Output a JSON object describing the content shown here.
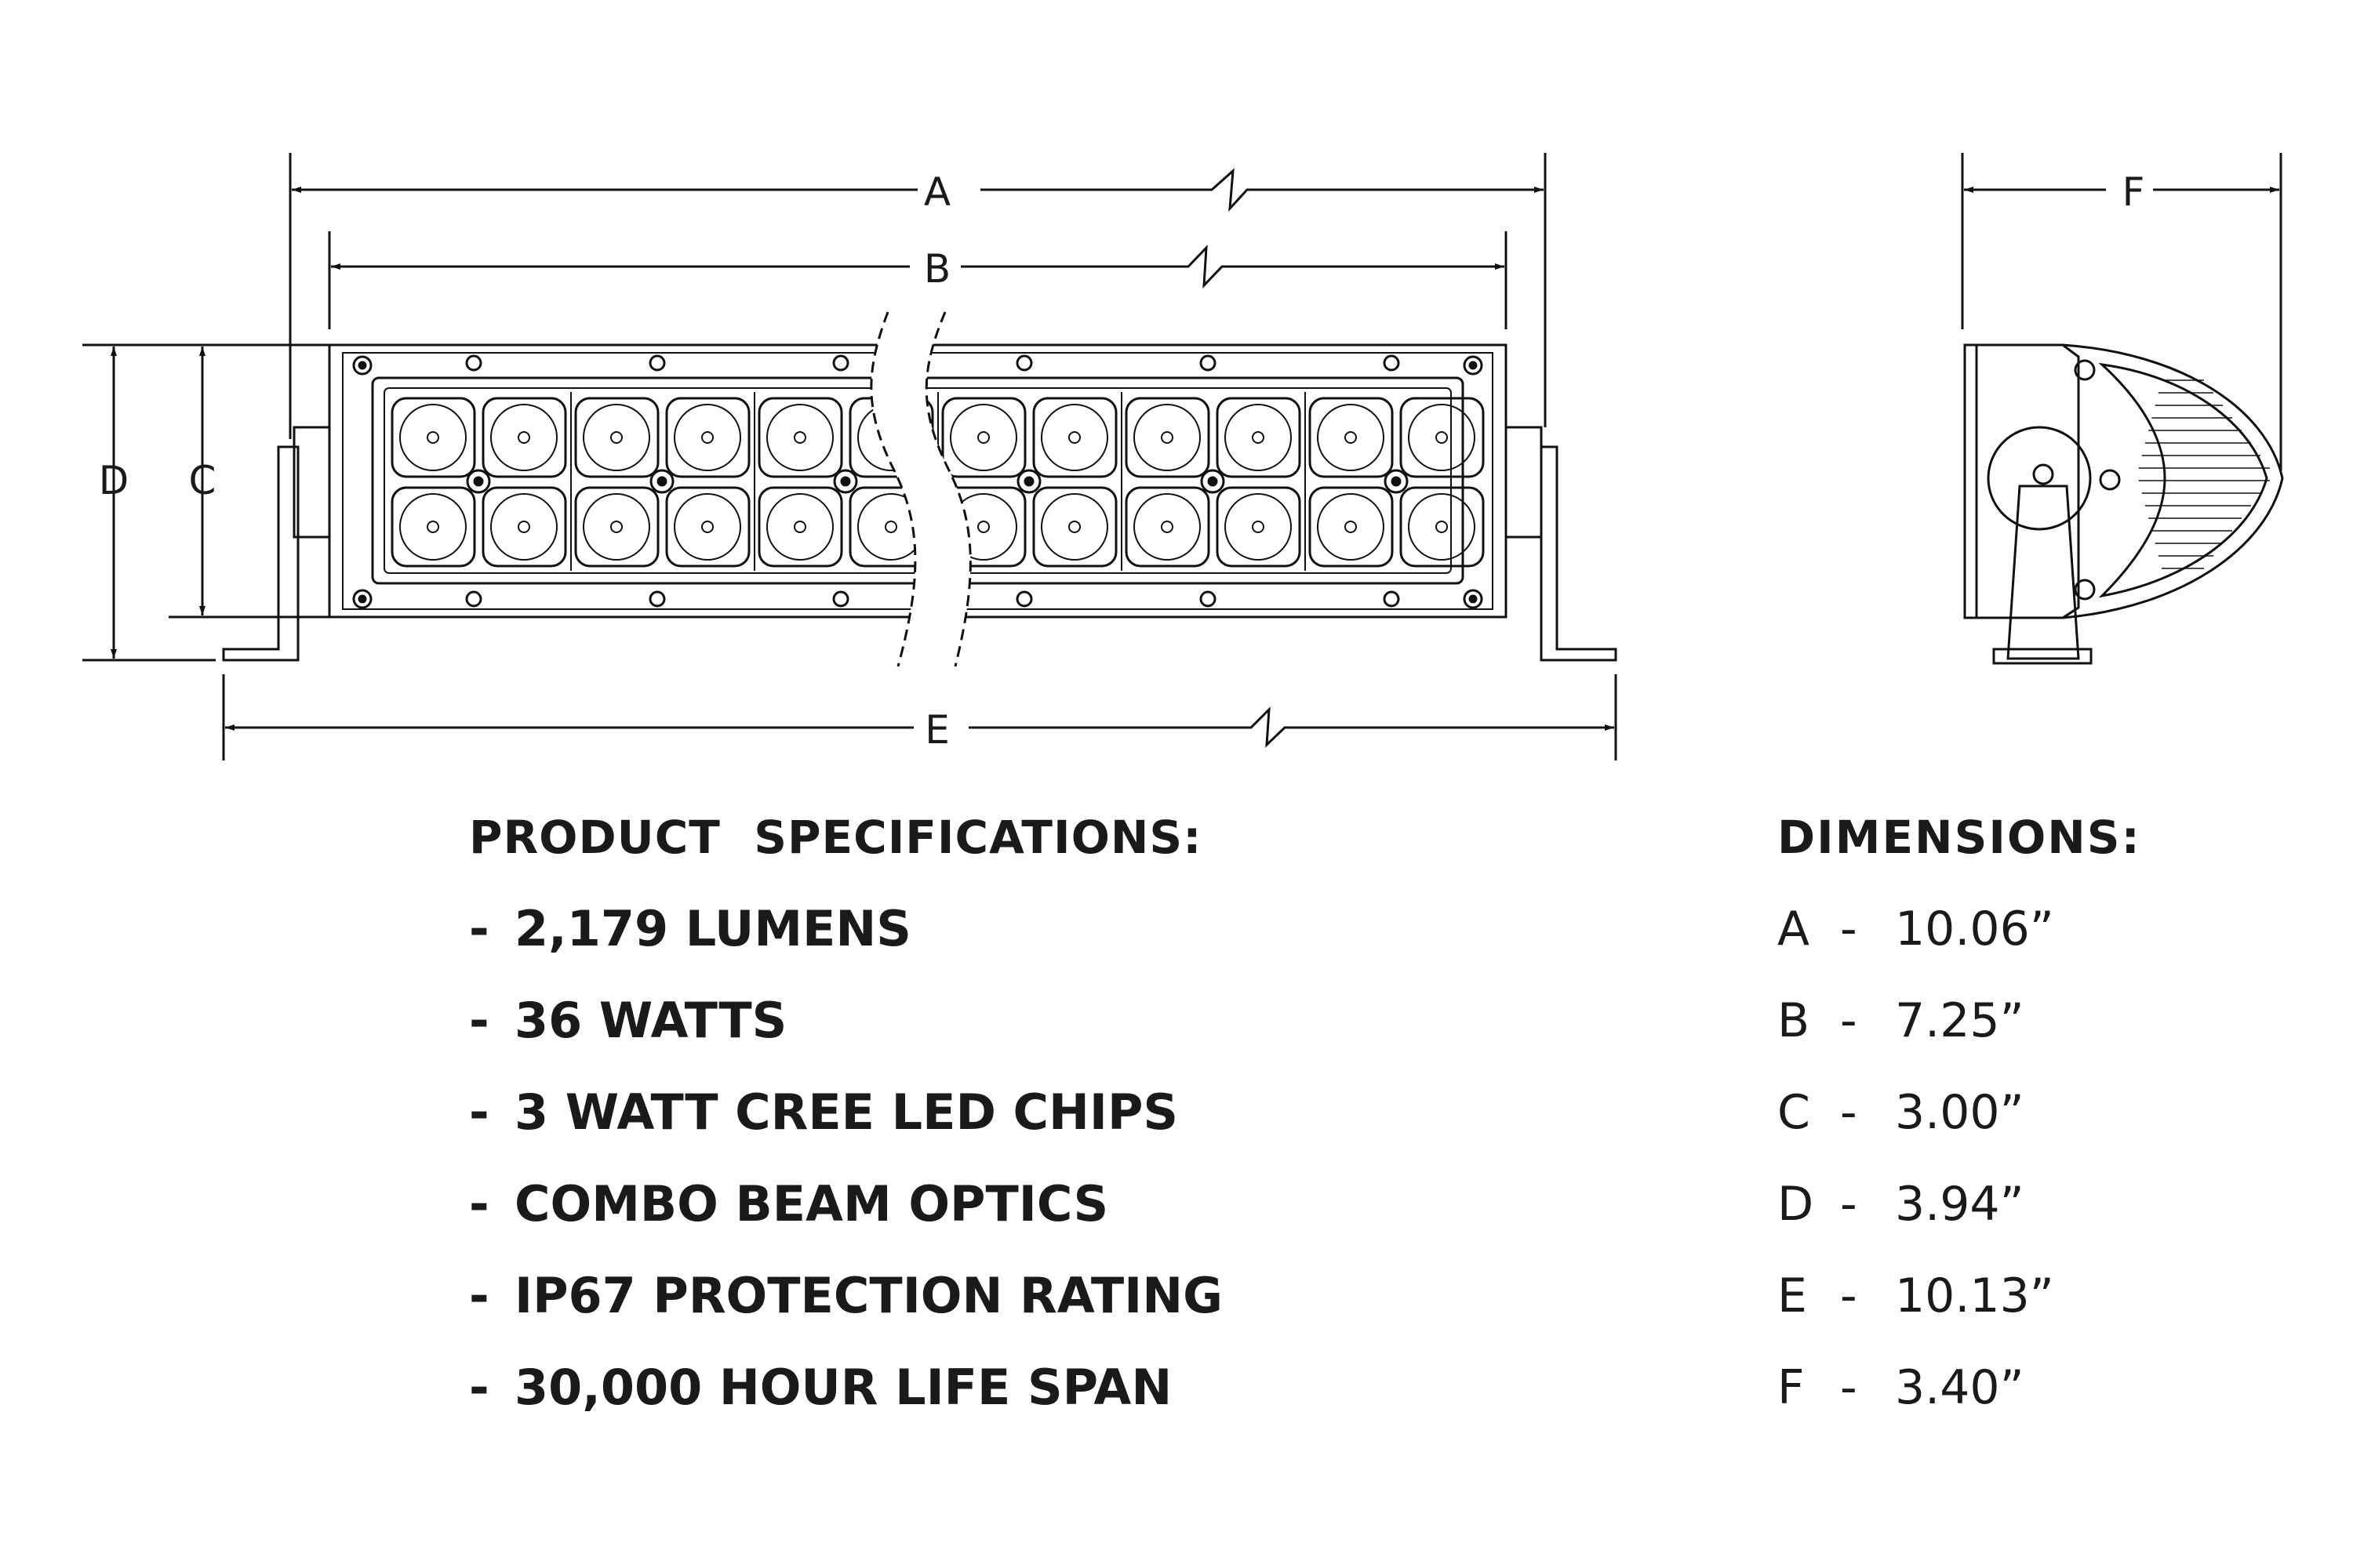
{
  "drawing_labels": {
    "A": "A",
    "B": "B",
    "C": "C",
    "D": "D",
    "E": "E",
    "F": "F"
  },
  "specifications": {
    "title": "PRODUCT  SPECIFICATIONS:",
    "items": [
      "2,179 LUMENS",
      "36 WATTS",
      "3 WATT CREE LED CHIPS",
      "COMBO BEAM OPTICS",
      "IP67 PROTECTION RATING",
      "30,000 HOUR LIFE SPAN"
    ]
  },
  "dimensions": {
    "title": "DIMENSIONS:",
    "items": [
      {
        "letter": "A",
        "value": "10.06”"
      },
      {
        "letter": "B",
        "value": "7.25”"
      },
      {
        "letter": "C",
        "value": "3.00”"
      },
      {
        "letter": "D",
        "value": "3.94”"
      },
      {
        "letter": "E",
        "value": "10.13”"
      },
      {
        "letter": "F",
        "value": "3.40”"
      }
    ]
  }
}
